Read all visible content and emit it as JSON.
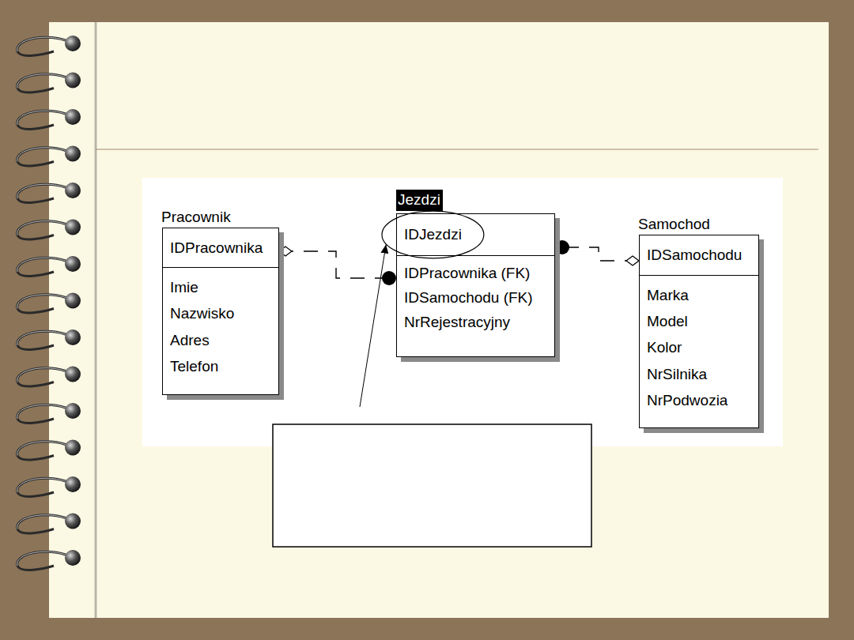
{
  "diagram": {
    "nodes": [
      {
        "text": [
          "Pracownik",
          "IDPracownika",
          "Imie",
          "Nazwisko",
          "Adres",
          "Telefon"
        ]
      },
      {
        "text": [
          "Jezdzi",
          "IDJezdzi",
          "IDPracownika (FK)",
          "IDSamochodu (FK)",
          "NrRejestracyjny"
        ]
      },
      {
        "text": [
          "Samochod",
          "IDSamochodu",
          "Marka",
          "Model",
          "Kolor",
          "NrSilnika",
          "NrPodwozia"
        ]
      }
    ],
    "edges": [
      {
        "from": 0,
        "to": 1,
        "arrow": "both"
      },
      {
        "from": 2,
        "to": 1,
        "arrow": "both"
      }
    ]
  }
}
